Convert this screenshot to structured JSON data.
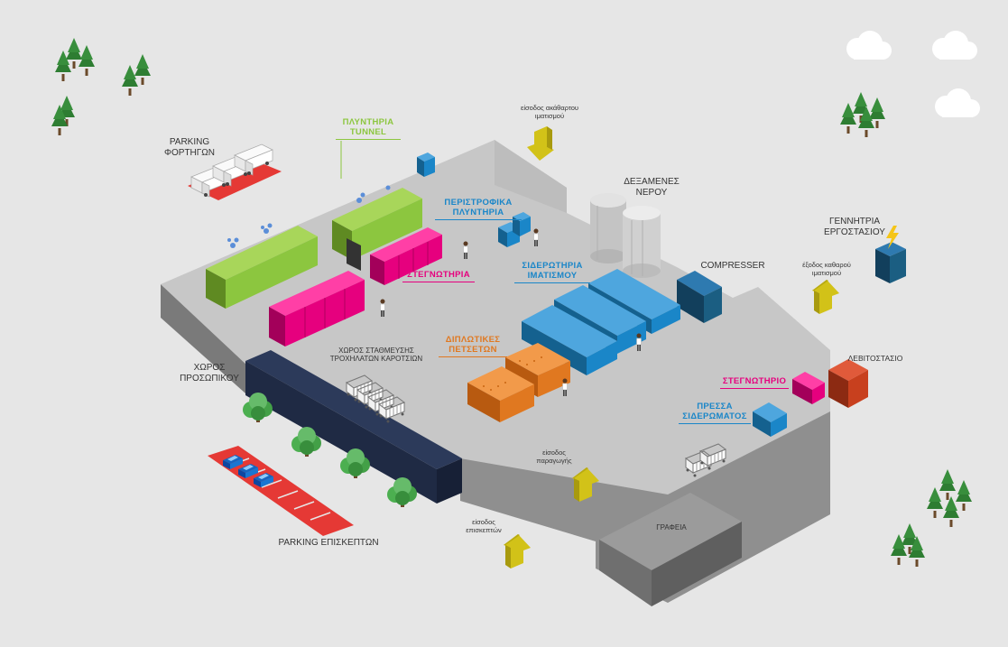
{
  "colors": {
    "background": "#e6e6e6",
    "floor_top": "#c8c8c8",
    "floor_side": "#9a9a9a",
    "lime": "#8cc63f",
    "magenta": "#e6007e",
    "blue": "#1a86c8",
    "orange": "#e07820",
    "navy": "#1f2a44",
    "teal": "#1b5e82",
    "red": "#c8401e",
    "yellow": "#d2c218"
  },
  "labels": {
    "parking_trucks": [
      "PARKING",
      "ΦΟΡΤΗΓΩΝ"
    ],
    "tunnel_washers": [
      "ΠΛΥΝΤΗΡΙΑ",
      "TUNNEL"
    ],
    "dirty_linen_entrance": [
      "είσοδος ακάθαρτου",
      "ιματισμού"
    ],
    "water_tanks": [
      "ΔΕΞΑΜΕΝΕΣ",
      "ΝΕΡΟΥ"
    ],
    "rotary_washers": [
      "ΠΕΡΙΣΤΡΟΦΙΚΑ",
      "ΠΛΥΝΤΗΡΙΑ"
    ],
    "factory_generator": [
      "ΓΕΝΝΗΤΡΙΑ",
      "ΕΡΓΟΣΤΑΣΙΟΥ"
    ],
    "compressor": "COMPRESSER",
    "dryers_1": "ΣΤΕΓΝΩΤΗΡΙΑ",
    "linen_ironers": [
      "ΣΙΔΕΡΩΤΗΡΙΑ",
      "ΙΜΑΤΙΣΜΟΥ"
    ],
    "clean_linen_entrance": [
      "έξοδος καθαρού",
      "ιματισμού"
    ],
    "staff_area": [
      "ΧΩΡΟΣ",
      "ΠΡΟΣΩΠΙΚΟΥ"
    ],
    "cart_parking": [
      "ΧΩΡΟΣ ΣΤΑΘΜΕΥΣΗΣ",
      "ΤΡΟΧΗΛΑΤΩΝ ΚΑΡΟΤΣΙΩΝ"
    ],
    "towel_folders": [
      "ΔΙΠΛΩΤΙΚΕΣ",
      "ΠΕΤΣΕΤΩΝ"
    ],
    "boiler_room": "ΛΕΒΙΤΟΣΤΑΣΙΟ",
    "dryer_2": "ΣΤΕΓΝΩΤΗΡΙΟ",
    "ironing_press": [
      "ΠΡΕΣΣΑ",
      "ΣΙΔΕΡΩΜΑΤΟΣ"
    ],
    "production_entrance": [
      "είσοδος",
      "παραγωγής"
    ],
    "visitor_entrance": [
      "είσοδος",
      "επισκεπτών"
    ],
    "parking_visitors": "PARKING ΕΠΙΣΚΕΠΤΩΝ",
    "offices": "ΓΡΑΦΕΙΑ"
  }
}
